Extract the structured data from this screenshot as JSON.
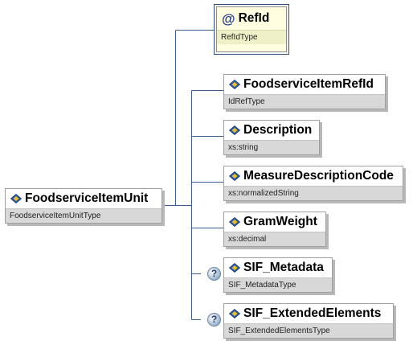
{
  "root": {
    "name": "FoodserviceItemUnit",
    "type": "FoodserviceItemUnitType"
  },
  "attribute": {
    "icon": "at-sign-icon",
    "name": "RefId",
    "type": "RefIdType"
  },
  "children": [
    {
      "name": "FoodserviceItemRefId",
      "type": "IdRefType",
      "optional": false
    },
    {
      "name": "Description",
      "type": "xs:string",
      "optional": false
    },
    {
      "name": "MeasureDescriptionCode",
      "type": "xs:normalizedString",
      "optional": false
    },
    {
      "name": "GramWeight",
      "type": "xs:decimal",
      "optional": false
    },
    {
      "name": "SIF_Metadata",
      "type": "SIF_MetadataType",
      "optional": true
    },
    {
      "name": "SIF_ExtendedElements",
      "type": "SIF_ExtendedElementsType",
      "optional": true
    }
  ],
  "icons": {
    "element": "element-icon",
    "optional": "question-mark-icon"
  },
  "colors": {
    "connector": "#3a5f8f",
    "attribute_fill": "#fffee0",
    "type_bar": "#d8d8d8"
  }
}
